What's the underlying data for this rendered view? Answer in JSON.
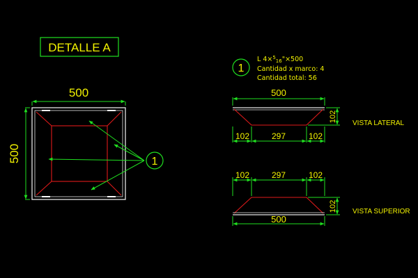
{
  "colors": {
    "background": "#000000",
    "outline": "#ffffff",
    "inner_frame": "#e01a1a",
    "dimension": "#20e020",
    "text": "#f2f200"
  },
  "title": "DETALLE A",
  "callout_number": "1",
  "spec": {
    "line1_prefix": "L 4×",
    "fraction_num": "5",
    "fraction_den": "16",
    "line1_suffix": "\"×500",
    "line2": "Cantidad x marco: 4",
    "line3": "Cantidad total: 56"
  },
  "front_view": {
    "width_dim": "500",
    "height_dim": "500"
  },
  "lateral_view": {
    "label": "VISTA LATERAL",
    "top_dim": "500",
    "height_dim": "102",
    "bottom_left_dim": "102",
    "bottom_center_dim": "297",
    "bottom_right_dim": "102"
  },
  "superior_view": {
    "label": "VISTA SUPERIOR",
    "top_left_dim": "102",
    "top_center_dim": "297",
    "top_right_dim": "102",
    "height_dim": "102",
    "bottom_dim": "500"
  }
}
